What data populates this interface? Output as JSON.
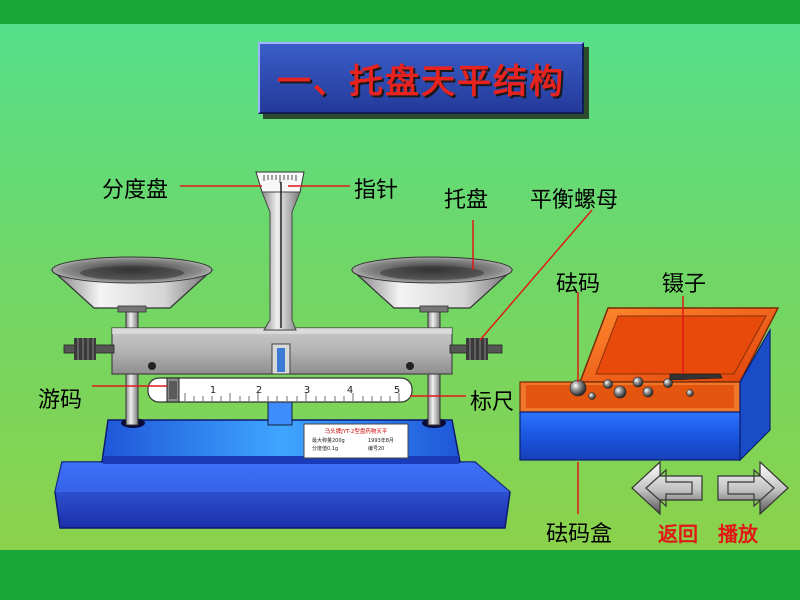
{
  "title": "一、托盘天平结构",
  "labels": {
    "dial": "分度盘",
    "pointer": "指针",
    "tray": "托盘",
    "balance_nut": "平衡螺母",
    "weights": "砝码",
    "tweezers": "镊子",
    "rider": "游码",
    "scale_bar": "标尺",
    "weight_box": "砝码盒"
  },
  "ruler_ticks": [
    "1",
    "2",
    "3",
    "4",
    "5"
  ],
  "nameplate": {
    "line1": "马头牌JYT-2型盘药物天平",
    "line2a": "最大称量200g",
    "line2b": "1993年8月",
    "line3a": "分度值0.1g",
    "line3b": "编号20"
  },
  "nav": {
    "back": "返回",
    "play": "播放"
  },
  "colors": {
    "title_text": "#e8231f",
    "title_bg": "#2f4db5",
    "base_blue": "#2a49d8",
    "box_orange": "#f05a10",
    "nav_text": "#e01818"
  }
}
